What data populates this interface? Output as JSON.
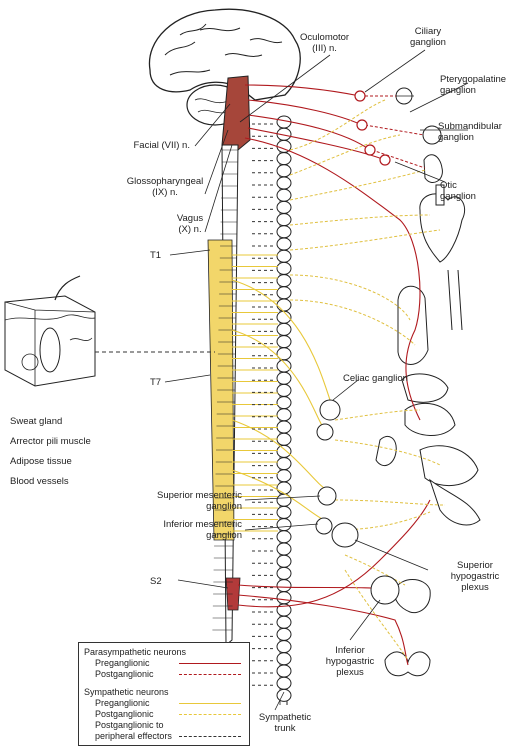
{
  "labels": {
    "oculomotor": "Oculomotor\n(III) n.",
    "ciliary": "Ciliary\nganglion",
    "pterygopalatine": "Pterygopalatine\nganglion",
    "submandibular": "Submandibular\nganglion",
    "otic": "Otic\nganglion",
    "facial": "Facial (VII) n.",
    "glosso": "Glossopharyngeal\n(IX) n.",
    "vagus": "Vagus\n(X) n.",
    "t1": "T1",
    "t7": "T7",
    "s2": "S2",
    "celiac": "Celiac ganglion",
    "sup_mes": "Superior mesenteric\nganglion",
    "inf_mes": "Inferior mesenteric\nganglion",
    "sup_hypo": "Superior\nhypogastric\nplexus",
    "inf_hypo": "Inferior\nhypogastric\nplexus",
    "trunk": "Sympathetic\ntrunk",
    "sweat": "Sweat gland",
    "arrector": "Arrector pili muscle",
    "adipose": "Adipose tissue",
    "vessels": "Blood vessels"
  },
  "legend": {
    "para_title": "Parasympathetic neurons",
    "para_pre": "Preganglionic",
    "para_post": "Postganglionic",
    "sym_title": "Sympathetic neurons",
    "sym_pre": "Preganglionic",
    "sym_post": "Postganglionic",
    "sym_periph": "Postganglionic to\nperipheral effectors"
  },
  "colors": {
    "parasympathetic": "#b0191e",
    "sympathetic": "#e8c83a",
    "peripheral": "#333333",
    "cord_thoracolumbar": "#f2d66a",
    "cord_sacral": "#b23a3a",
    "brainstem": "#a6463a"
  }
}
